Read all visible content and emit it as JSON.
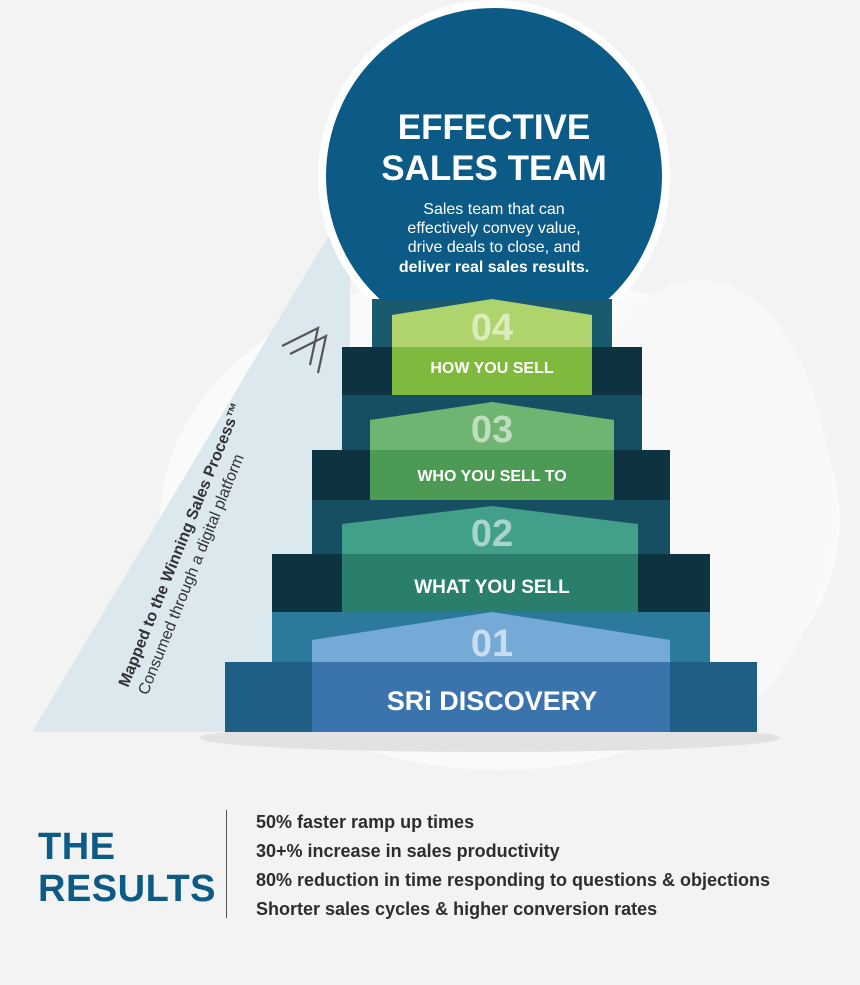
{
  "goal": {
    "title_line1": "EFFECTIVE",
    "title_line2": "SALES TEAM",
    "desc_line1": "Sales team that can",
    "desc_line2": "effectively convey value,",
    "desc_line3": "drive deals to close, and",
    "desc_line4": "deliver real sales results."
  },
  "side_label": {
    "line1": "Mapped to the Winning Sales Process™",
    "line2": "Consumed through a digital platform"
  },
  "steps": [
    {
      "number": "01",
      "label": "SRi DISCOVERY"
    },
    {
      "number": "02",
      "label": "WHAT YOU SELL"
    },
    {
      "number": "03",
      "label": "WHO YOU SELL TO"
    },
    {
      "number": "04",
      "label": "HOW YOU SELL"
    }
  ],
  "results": {
    "heading_line1": "THE",
    "heading_line2": "RESULTS",
    "items": [
      "50% faster ramp up times",
      "30+% increase in sales productivity",
      "80% reduction in time responding to questions & objections",
      "Shorter sales cycles & higher conversion rates"
    ]
  },
  "colors": {
    "circle": "#0c5b86",
    "step1": "#3f7bb3",
    "step2": "#2f8e77",
    "step3": "#57a85c",
    "step4": "#8cc34a",
    "results_heading": "#0c5b86"
  }
}
